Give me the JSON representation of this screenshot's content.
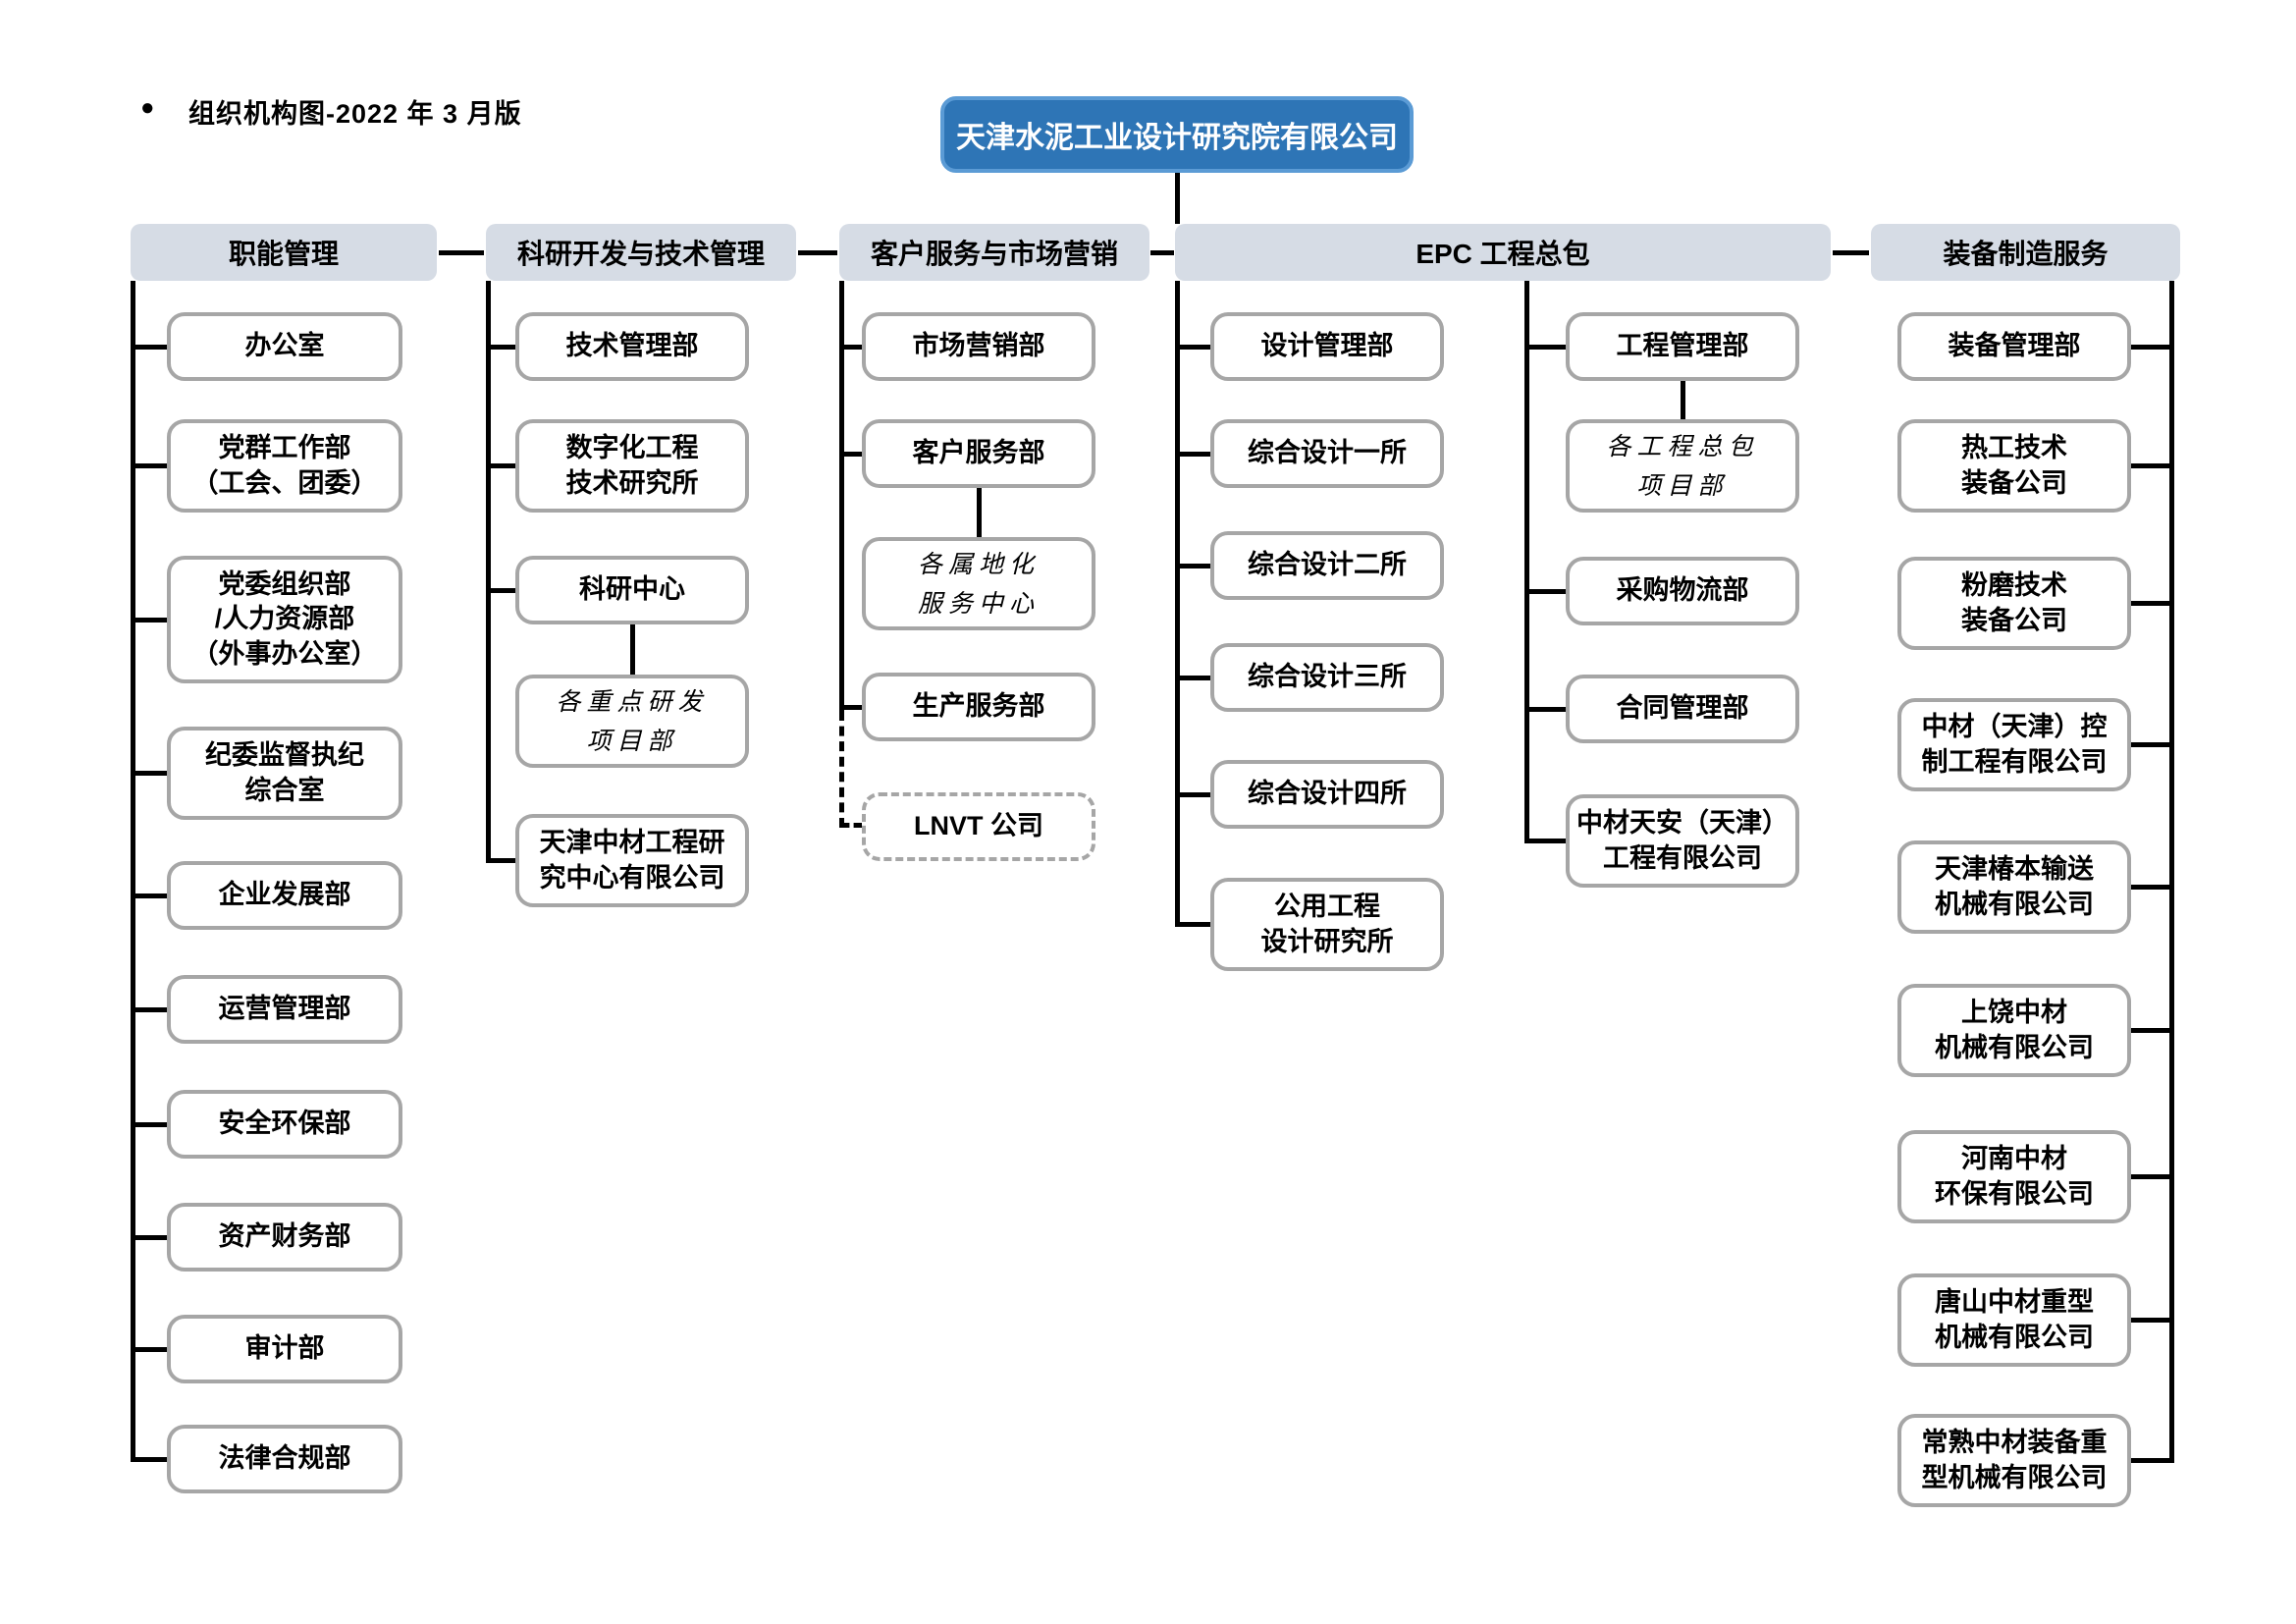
{
  "document": {
    "bullet": "●",
    "title": "组织机构图-2022 年 3 月版"
  },
  "root": {
    "label": "天津水泥工业设计研究院有限公司"
  },
  "branches": [
    {
      "label": "职能管理",
      "items": [
        {
          "label": "办公室"
        },
        {
          "label": "党群工作部\n（工会、团委）"
        },
        {
          "label": "党委组织部\n/人力资源部\n（外事办公室）"
        },
        {
          "label": "纪委监督执纪\n综合室"
        },
        {
          "label": "企业发展部"
        },
        {
          "label": "运营管理部"
        },
        {
          "label": "安全环保部"
        },
        {
          "label": "资产财务部"
        },
        {
          "label": "审计部"
        },
        {
          "label": "法律合规部"
        }
      ]
    },
    {
      "label": "科研开发与技术管理",
      "items": [
        {
          "label": "技术管理部"
        },
        {
          "label": "数字化工程\n技术研究所"
        },
        {
          "label": "科研中心"
        },
        {
          "label": "各重点研发\n项目部",
          "style": "project"
        },
        {
          "label": "天津中材工程研\n究中心有限公司"
        }
      ]
    },
    {
      "label": "客户服务与市场营销",
      "items": [
        {
          "label": "市场营销部"
        },
        {
          "label": "客户服务部"
        },
        {
          "label": "各属地化\n服务中心",
          "style": "project"
        },
        {
          "label": "生产服务部"
        },
        {
          "label": "LNVT 公司",
          "style": "dashed"
        }
      ]
    },
    {
      "label": "EPC 工程总包",
      "sub_columns": [
        {
          "items": [
            {
              "label": "设计管理部"
            },
            {
              "label": "综合设计一所"
            },
            {
              "label": "综合设计二所"
            },
            {
              "label": "综合设计三所"
            },
            {
              "label": "综合设计四所"
            },
            {
              "label": "公用工程\n设计研究所"
            }
          ]
        },
        {
          "items": [
            {
              "label": "工程管理部"
            },
            {
              "label": "各工程总包\n项目部",
              "style": "project"
            },
            {
              "label": "采购物流部"
            },
            {
              "label": "合同管理部"
            },
            {
              "label": "中材天安（天津）\n工程有限公司"
            }
          ]
        }
      ]
    },
    {
      "label": "装备制造服务",
      "items": [
        {
          "label": "装备管理部"
        },
        {
          "label": "热工技术\n装备公司"
        },
        {
          "label": "粉磨技术\n装备公司"
        },
        {
          "label": "中材（天津）控\n制工程有限公司"
        },
        {
          "label": "天津椿本输送\n机械有限公司"
        },
        {
          "label": "上饶中材\n机械有限公司"
        },
        {
          "label": "河南中材\n环保有限公司"
        },
        {
          "label": "唐山中材重型\n机械有限公司"
        },
        {
          "label": "常熟中材装备重\n型机械有限公司"
        }
      ]
    }
  ],
  "colors": {
    "root_fill": "#2E75B6",
    "root_border": "#5B9BD5",
    "root_text": "#FFFFFF",
    "branch_header_fill": "#D6DCE5",
    "node_border": "#A6A6A6",
    "connector": "#000000"
  }
}
